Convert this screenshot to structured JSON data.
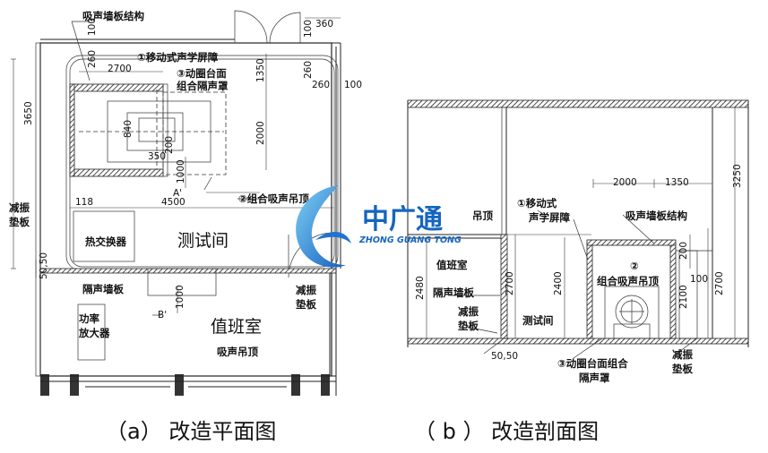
{
  "plan": {
    "label_wall": "吸声墙板结构",
    "label_screen": "①移动式声学屏障",
    "label_cover_1": "③动圈台面",
    "label_cover_2": "组合隔声罩",
    "label_ceiling": "②组合吸声吊顶",
    "label_damper_1": "减振",
    "label_damper_2": "垫板",
    "label_damper_r1": "减振",
    "label_damper_r2": "垫板",
    "label_heat": "热交换器",
    "label_test": "测试间",
    "label_partition": "隔声墙板",
    "label_amp_1": "功率",
    "label_amp_2": "放大器",
    "label_duty": "值班室",
    "label_abs_ceiling": "吸声吊顶",
    "section_a": "A'",
    "section_b": "B'",
    "dims": {
      "d100a": "100",
      "d360": "360",
      "d100b": "100",
      "d260a": "260",
      "d2700": "2700",
      "d1350": "1350",
      "d260b": "260",
      "d260c": "260",
      "d100c": "100",
      "d3650": "3650",
      "d2000": "2000",
      "d840": "840",
      "d200": "200",
      "d350": "350",
      "d1000a": "1000",
      "d118": "118",
      "d4500": "4500",
      "d5050": "50,50",
      "d1000b": "1000"
    }
  },
  "section": {
    "label_screen_1": "①移动式",
    "label_screen_2": "声学屏障",
    "label_hang": "吊顶",
    "label_wall": "吸声墙板结构",
    "label_ceiling_num": "②",
    "label_ceiling": "组合吸声吊顶",
    "label_duty": "值班室",
    "label_partition": "隔声墙板",
    "label_damper_1": "减振",
    "label_damper_2": "垫板",
    "label_test": "测试间",
    "label_cover_1": "③动圈台面组合",
    "label_cover_2": "隔声罩",
    "label_damper_r1": "减振",
    "label_damper_r2": "垫板",
    "dims": {
      "d2000": "2000",
      "d1350": "1350",
      "d3250": "3250",
      "d200": "200",
      "d100": "100",
      "d2100": "2100",
      "d2700r": "2700",
      "d2480": "2480",
      "d2700": "2700",
      "d2400": "2400",
      "d5050": "50,50"
    }
  },
  "captions": {
    "a": "（a）  改造平面图",
    "b": "（ b ） 改造剖面图"
  },
  "logo": {
    "cn": "中广通",
    "en": "ZHONG GUANG TONG"
  }
}
